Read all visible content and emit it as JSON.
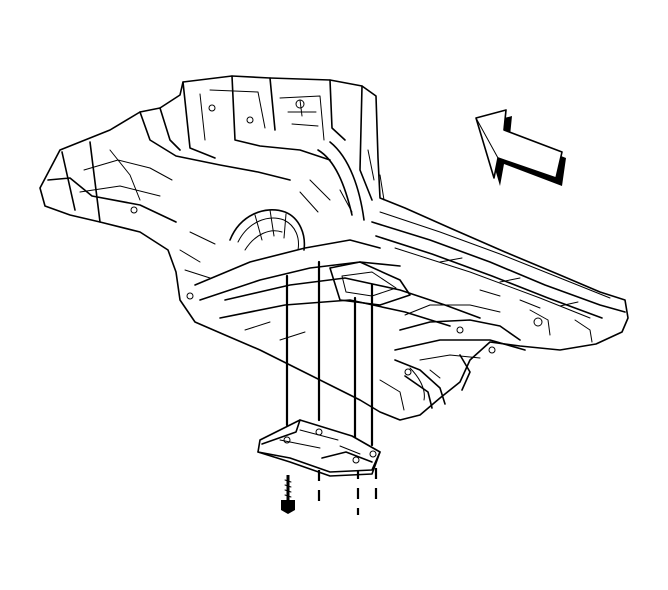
{
  "diagram": {
    "colors": {
      "line": "#000000",
      "background": "#ffffff",
      "arrow_shadow": "#000000"
    },
    "components": {
      "vehicle_underbody": "floor-pan-underbody",
      "shield": "underbody-shield-panel",
      "fastener": "bolt",
      "direction_arrow": "front-of-vehicle-arrow"
    }
  }
}
